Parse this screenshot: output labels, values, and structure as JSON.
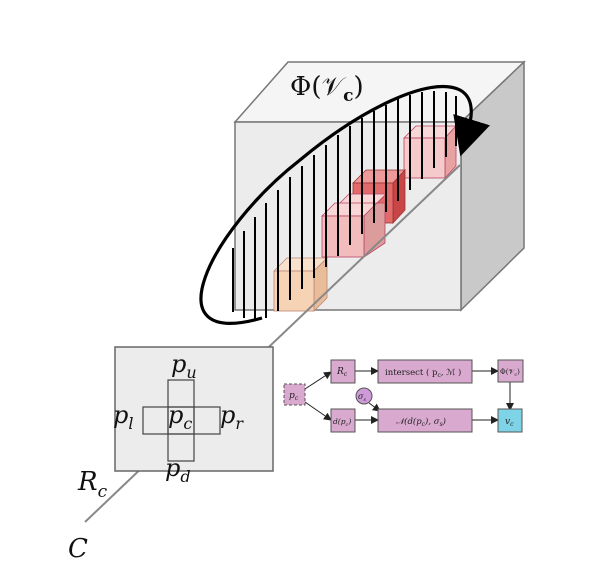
{
  "volume_label": "Φ(𝒱",
  "volume_sub": "c",
  "volume_close": ")",
  "ray_label": "R",
  "ray_sub": "c",
  "camera_label": "C",
  "pixels": {
    "up": "p",
    "up_sub": "u",
    "left": "p",
    "left_sub": "l",
    "center": "p",
    "center_sub": "c",
    "right": "p",
    "right_sub": "r",
    "down": "p",
    "down_sub": "d"
  },
  "flow": {
    "input": "p",
    "input_sub": "c",
    "ray": "R",
    "ray_sub": "c",
    "intersect": "intersect ( p",
    "intersect_sub": "c",
    "intersect_tail": ", ℳ )",
    "phi": "Φ(𝒱",
    "phi_sub": "c",
    "phi_tail": ")",
    "sigma": "σ",
    "sigma_sub": "s",
    "dist": "d(p",
    "dist_sub": "c",
    "dist_tail": ")",
    "normal": "𝒩(d(p",
    "normal_sub": "c",
    "normal_tail": "), σ",
    "normal_sub2": "s",
    "normal_end": ")",
    "output": "v",
    "output_sub": "c"
  },
  "colors": {
    "box_front": "#ebebeb",
    "box_top": "#f5f5f5",
    "box_side": "#c9c9c9",
    "node_fill": "#d9a9cf",
    "output_fill": "#7fd3e6",
    "sigma_fill": "#cf9ad8",
    "voxel_peach": "#f6d3b4",
    "voxel_pink": "#f2bcbc",
    "voxel_red": "#e36a6a",
    "voxel_light": "#f4caca"
  }
}
